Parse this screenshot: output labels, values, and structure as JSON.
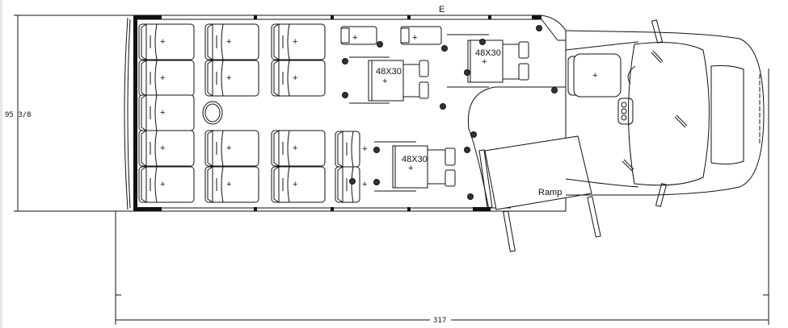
{
  "dimensions": {
    "width_label": "95 3/8",
    "length_label": "317"
  },
  "labels": {
    "entry_marker": "E",
    "ramp": "Ramp"
  },
  "wheelchair_positions": [
    {
      "label": "48X30"
    },
    {
      "label": "48X30"
    },
    {
      "label": "48X30"
    }
  ],
  "colors": {
    "line": "#111111",
    "background": "#ffffff"
  }
}
